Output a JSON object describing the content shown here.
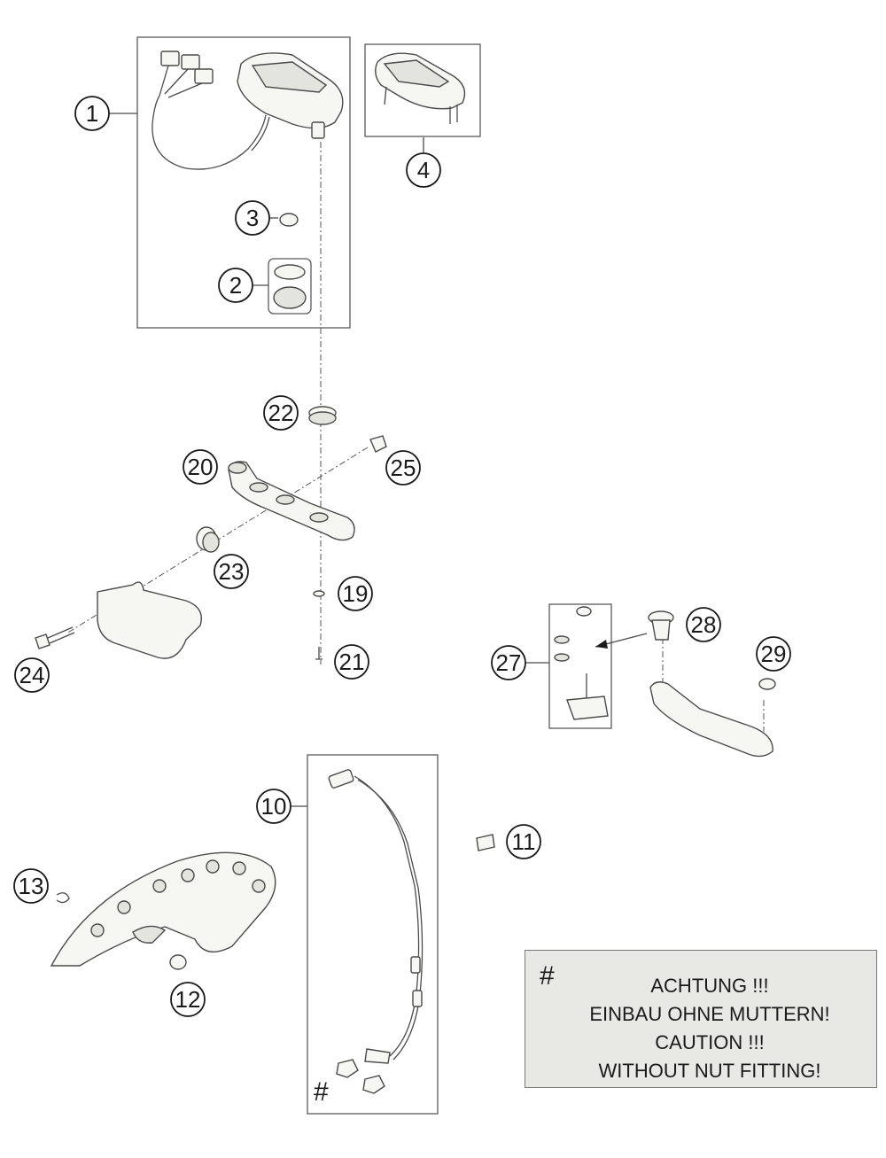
{
  "callouts": [
    {
      "id": "1",
      "label": "1"
    },
    {
      "id": "2",
      "label": "2"
    },
    {
      "id": "3",
      "label": "3"
    },
    {
      "id": "4",
      "label": "4"
    },
    {
      "id": "10",
      "label": "10"
    },
    {
      "id": "11",
      "label": "11"
    },
    {
      "id": "12",
      "label": "12"
    },
    {
      "id": "13",
      "label": "13"
    },
    {
      "id": "19",
      "label": "19"
    },
    {
      "id": "20",
      "label": "20"
    },
    {
      "id": "21",
      "label": "21"
    },
    {
      "id": "22",
      "label": "22"
    },
    {
      "id": "23",
      "label": "23"
    },
    {
      "id": "24",
      "label": "24"
    },
    {
      "id": "25",
      "label": "25"
    },
    {
      "id": "27",
      "label": "27"
    },
    {
      "id": "28",
      "label": "28"
    },
    {
      "id": "29",
      "label": "29"
    }
  ],
  "note": {
    "symbol": "#",
    "lines": [
      "ACHTUNG !!!",
      "EINBAU OHNE MUTTERN!",
      "CAUTION !!!",
      "WITHOUT NUT FITTING!"
    ]
  },
  "sensor_marker": "#"
}
